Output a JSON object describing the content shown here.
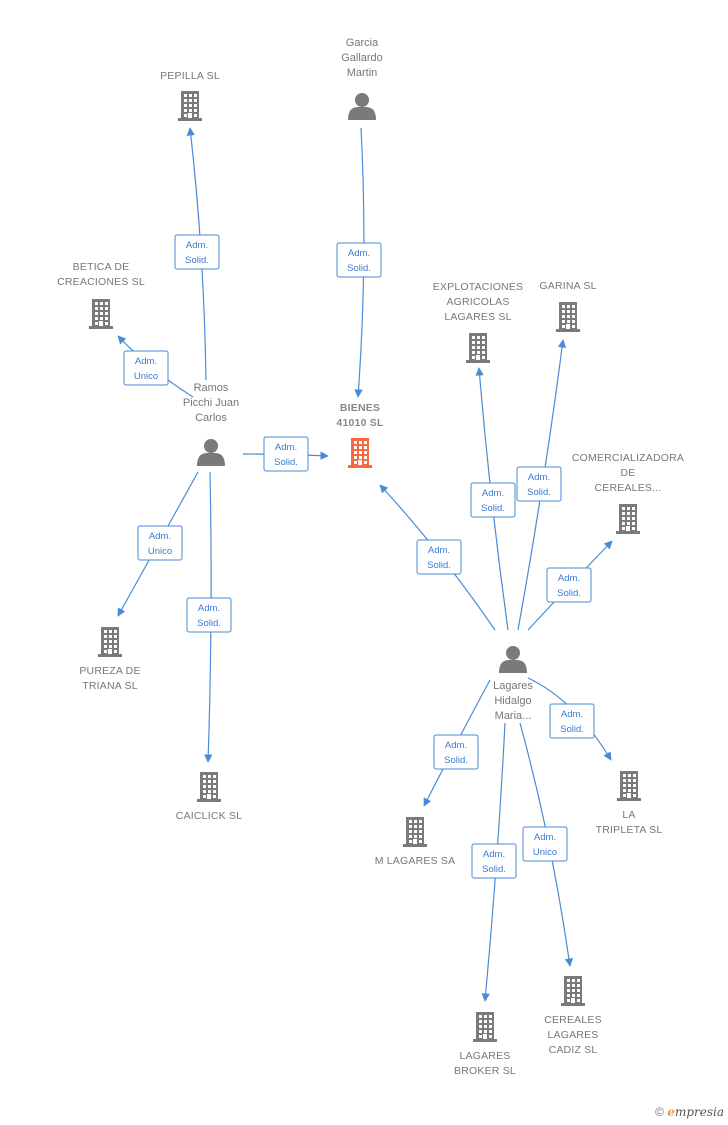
{
  "colors": {
    "edge": "#4a8bd6",
    "company": "#7a7a7a",
    "focus": "#f26a3d",
    "person": "#7a7a7a"
  },
  "nodes": [
    {
      "id": "bienes",
      "type": "company",
      "focus": true,
      "lines": [
        "BIENES",
        "41010  SL"
      ]
    },
    {
      "id": "garcia",
      "type": "person",
      "lines": [
        "Garcia",
        "Gallardo",
        "Martin"
      ]
    },
    {
      "id": "pepilla",
      "type": "company",
      "lines": [
        "PEPILLA  SL"
      ]
    },
    {
      "id": "betica",
      "type": "company",
      "lines": [
        "BETICA DE",
        "CREACIONES SL"
      ]
    },
    {
      "id": "ramos",
      "type": "person",
      "lines": [
        "Ramos",
        "Picchi Juan",
        "Carlos"
      ]
    },
    {
      "id": "pureza",
      "type": "company",
      "lines": [
        "PUREZA DE",
        "TRIANA SL"
      ]
    },
    {
      "id": "caiclick",
      "type": "company",
      "lines": [
        "CAICLICK  SL"
      ]
    },
    {
      "id": "explotaciones",
      "type": "company",
      "lines": [
        "EXPLOTACIONES",
        "AGRICOLAS",
        "LAGARES  SL"
      ]
    },
    {
      "id": "garina",
      "type": "company",
      "lines": [
        "GARINA SL"
      ]
    },
    {
      "id": "comercializadora",
      "type": "company",
      "lines": [
        "COMERCIALIZADORA",
        "DE",
        "CEREALES..."
      ]
    },
    {
      "id": "lagares",
      "type": "person",
      "lines": [
        "Lagares",
        "Hidalgo",
        "Maria..."
      ]
    },
    {
      "id": "latripleta",
      "type": "company",
      "lines": [
        "LA",
        "TRIPLETA SL"
      ]
    },
    {
      "id": "mlagares",
      "type": "company",
      "lines": [
        "M LAGARES SA"
      ]
    },
    {
      "id": "lagaresbroker",
      "type": "company",
      "lines": [
        "LAGARES",
        "BROKER  SL"
      ]
    },
    {
      "id": "cereales",
      "type": "company",
      "lines": [
        "CEREALES",
        "LAGARES",
        "CADIZ SL"
      ]
    }
  ],
  "edges": [
    {
      "from": "garcia",
      "to": "bienes",
      "lines": [
        "Adm.",
        "Solid."
      ]
    },
    {
      "from": "ramos",
      "to": "pepilla",
      "lines": [
        "Adm.",
        "Solid."
      ]
    },
    {
      "from": "ramos",
      "to": "betica",
      "lines": [
        "Adm.",
        "Unico"
      ]
    },
    {
      "from": "ramos",
      "to": "bienes",
      "lines": [
        "Adm.",
        "Solid."
      ]
    },
    {
      "from": "ramos",
      "to": "pureza",
      "lines": [
        "Adm.",
        "Unico"
      ]
    },
    {
      "from": "ramos",
      "to": "caiclick",
      "lines": [
        "Adm.",
        "Solid."
      ]
    },
    {
      "from": "lagares",
      "to": "bienes",
      "lines": [
        "Adm.",
        "Solid."
      ]
    },
    {
      "from": "lagares",
      "to": "explotaciones",
      "lines": [
        "Adm.",
        "Solid."
      ]
    },
    {
      "from": "lagares",
      "to": "garina",
      "lines": [
        "Adm.",
        "Solid."
      ]
    },
    {
      "from": "lagares",
      "to": "comercializadora",
      "lines": [
        "Adm.",
        "Solid."
      ]
    },
    {
      "from": "lagares",
      "to": "latripleta",
      "lines": [
        "Adm.",
        "Solid."
      ]
    },
    {
      "from": "lagares",
      "to": "mlagares",
      "lines": [
        "Adm.",
        "Solid."
      ]
    },
    {
      "from": "lagares",
      "to": "lagaresbroker",
      "lines": [
        "Adm.",
        "Solid."
      ]
    },
    {
      "from": "lagares",
      "to": "cereales",
      "lines": [
        "Adm.",
        "Unico"
      ]
    }
  ],
  "footer": {
    "copyright": "©",
    "brand_initial": "e",
    "brand_rest": "mpresia"
  }
}
